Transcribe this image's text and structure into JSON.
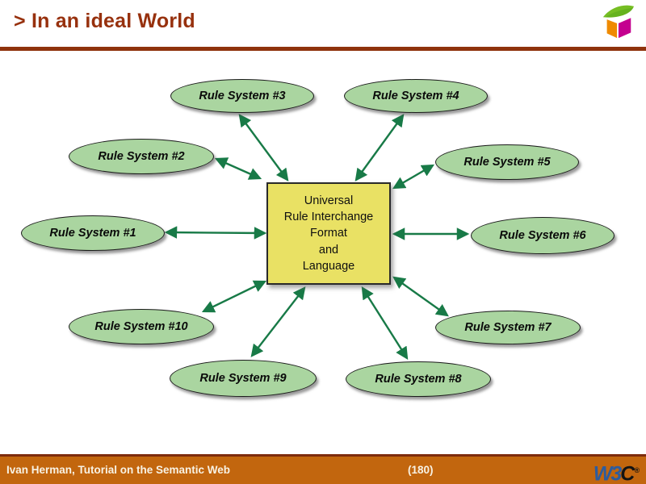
{
  "header": {
    "title": "> In an ideal World"
  },
  "icons": {
    "top_right": "semantic-web-cube-logo",
    "footer_right": "w3c-logo"
  },
  "diagram": {
    "hub": {
      "lines": [
        "Universal",
        "Rule Interchange",
        "Format",
        "and",
        "Language"
      ]
    },
    "nodes": [
      {
        "label": "Rule System #1"
      },
      {
        "label": "Rule System #2"
      },
      {
        "label": "Rule System #3"
      },
      {
        "label": "Rule System #4"
      },
      {
        "label": "Rule System #5"
      },
      {
        "label": "Rule System #6"
      },
      {
        "label": "Rule System #7"
      },
      {
        "label": "Rule System #8"
      },
      {
        "label": "Rule System #9"
      },
      {
        "label": "Rule System #10"
      }
    ],
    "edge_type": "double-headed-arrow",
    "edges": [
      {
        "from": "hub",
        "to": "Rule System #1"
      },
      {
        "from": "hub",
        "to": "Rule System #2"
      },
      {
        "from": "hub",
        "to": "Rule System #3"
      },
      {
        "from": "hub",
        "to": "Rule System #4"
      },
      {
        "from": "hub",
        "to": "Rule System #5"
      },
      {
        "from": "hub",
        "to": "Rule System #6"
      },
      {
        "from": "hub",
        "to": "Rule System #7"
      },
      {
        "from": "hub",
        "to": "Rule System #8"
      },
      {
        "from": "hub",
        "to": "Rule System #9"
      },
      {
        "from": "hub",
        "to": "Rule System #10"
      }
    ]
  },
  "footer": {
    "credit": "Ivan Herman, Tutorial on the Semantic Web",
    "page": "(180)",
    "w3c": {
      "w3": "W3",
      "c": "C",
      "mark": "®"
    }
  },
  "colors": {
    "accent_brown": "#97310E",
    "rule_brown": "#8F330C",
    "footer_orange": "#C2660E",
    "footer_dark_line": "#7D2B0D",
    "node_green": "#AAD5A0",
    "hub_yellow": "#E9E164",
    "arrow_green": "#187A47",
    "w3c_blue": "#2D5C9E",
    "cube_orange": "#EF8A00",
    "cube_magenta": "#C4008F",
    "cube_leaf_green": "#76BE23"
  }
}
